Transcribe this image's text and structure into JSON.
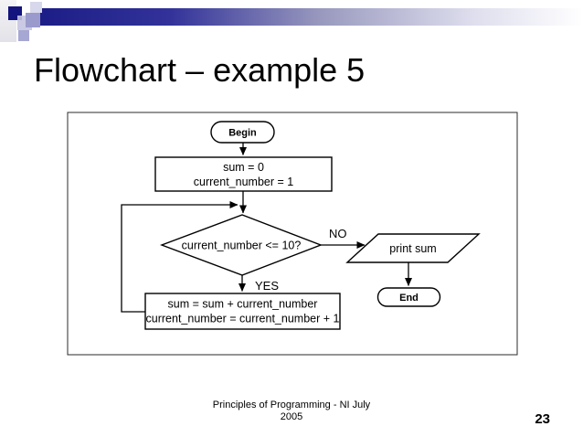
{
  "slide": {
    "title": "Flowchart – example 5",
    "footer_line1": "Principles of Programming - NI July",
    "footer_line2": "2005",
    "page_number": "23"
  },
  "flowchart": {
    "begin_label": "Begin",
    "init": {
      "line1": "sum = 0",
      "line2": "current_number = 1"
    },
    "decision_label": "current_number <= 10?",
    "no_label": "NO",
    "yes_label": "YES",
    "loop_body": {
      "line1": "sum = sum + current_number",
      "line2": "current_number = current_number + 1"
    },
    "output_label": "print sum",
    "end_label": "End"
  },
  "colors": {
    "accent_navy": "#14147e",
    "line_color": "#000000",
    "background": "#ffffff"
  }
}
